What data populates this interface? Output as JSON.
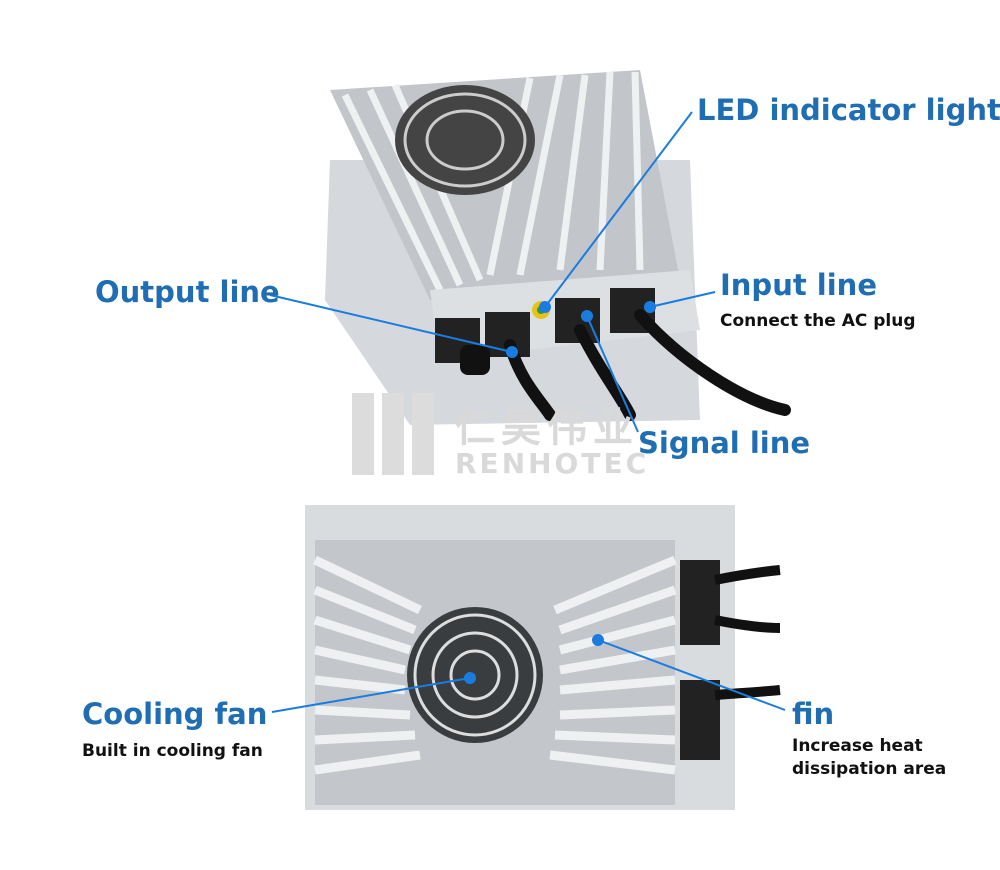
{
  "labels": {
    "led": "LED indicator light",
    "output": "Output line",
    "input": "Input line",
    "input_sub": "Connect the AC plug",
    "signal": "Signal line",
    "fan": "Cooling fan",
    "fan_sub": "Built in cooling fan",
    "fin": "fin",
    "fin_sub_1": "Increase heat",
    "fin_sub_2": "dissipation area"
  },
  "watermark": {
    "cn": "仁昊伟业",
    "en": "RENHOTEC"
  },
  "colors": {
    "label": "#1f6db3",
    "line": "#1a7ce0",
    "body": "#c9ccd0"
  }
}
